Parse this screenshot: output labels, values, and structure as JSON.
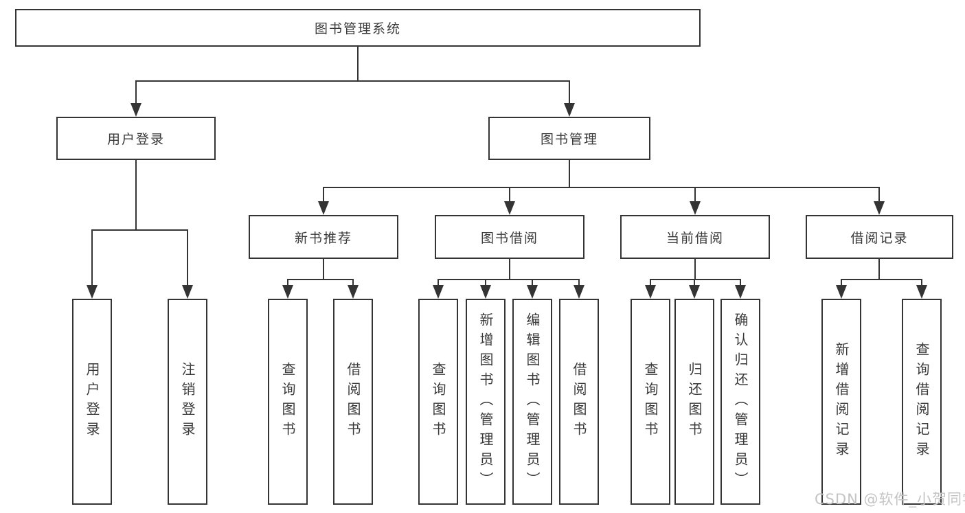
{
  "tree": {
    "root": {
      "label": "图书管理系统",
      "children": [
        {
          "label": "用户登录",
          "children": [
            {
              "label": "用户登录"
            },
            {
              "label": "注销登录"
            }
          ]
        },
        {
          "label": "图书管理",
          "children": [
            {
              "label": "新书推荐",
              "children": [
                {
                  "label": "查询图书"
                },
                {
                  "label": "借阅图书"
                }
              ]
            },
            {
              "label": "图书借阅",
              "children": [
                {
                  "label": "查询图书"
                },
                {
                  "label": "新增图书（管理员）"
                },
                {
                  "label": "编辑图书（管理员）"
                },
                {
                  "label": "借阅图书"
                }
              ]
            },
            {
              "label": "当前借阅",
              "children": [
                {
                  "label": "查询图书"
                },
                {
                  "label": "归还图书"
                },
                {
                  "label": "确认归还（管理员）"
                }
              ]
            },
            {
              "label": "借阅记录",
              "children": [
                {
                  "label": "新增借阅记录"
                },
                {
                  "label": "查询借阅记录"
                }
              ]
            }
          ]
        }
      ]
    }
  },
  "watermark": "CSDN @软件_小贺同学",
  "colors": {
    "line": "#343434",
    "text": "#3a3a3a",
    "watermark": "#c4c4c4",
    "background": "#ffffff"
  }
}
